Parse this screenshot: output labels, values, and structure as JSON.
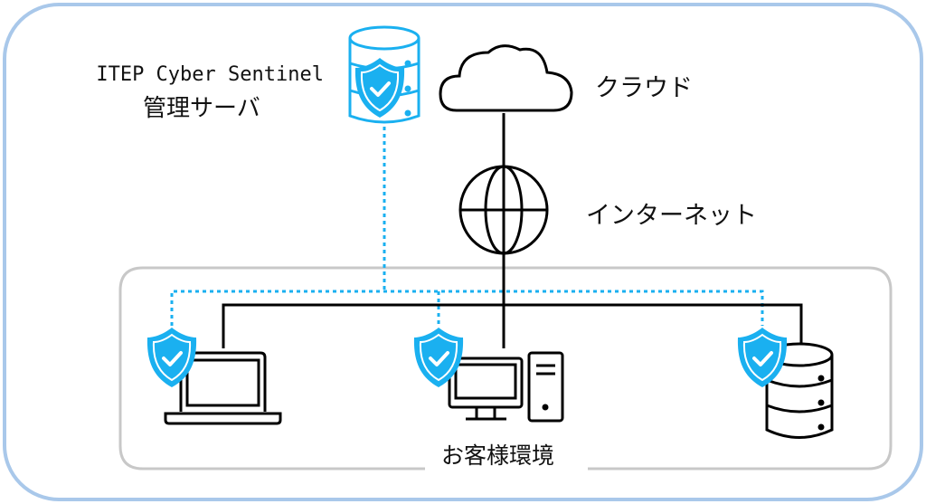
{
  "labels": {
    "server_name": "ITEP Cyber Sentinel",
    "server_role": "管理サーバ",
    "cloud": "クラウド",
    "internet": "インターネット",
    "customer_env": "お客様環境"
  },
  "colors": {
    "frame": "#a9c8ea",
    "shield": "#1ab0f0",
    "dotted_link": "#1ab0f0",
    "network_line": "#000000",
    "env_box": "#c8c8c8"
  },
  "icons": [
    "server-shield-icon",
    "cloud-icon",
    "globe-icon",
    "shield-check-icon",
    "laptop-icon",
    "desktop-icon",
    "database-icon"
  ]
}
